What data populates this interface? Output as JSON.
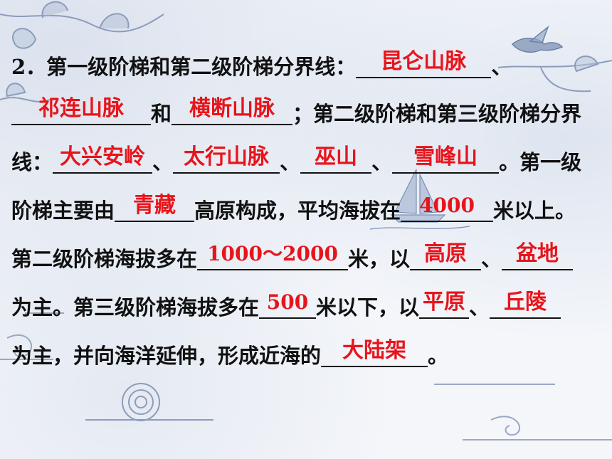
{
  "colors": {
    "answer": "#e8141b",
    "text": "#111111",
    "decor": "#8c9cbc"
  },
  "icons": [
    "magnolia-branch-icon",
    "bird-icon",
    "sailboat-icon",
    "concentric-circle-icon",
    "cloud-pattern-icon"
  ],
  "question": {
    "number": "2．",
    "t1": "第一级阶梯和第二级阶梯分界线：",
    "t2": "、",
    "t3": "和",
    "t4": "；第二级阶梯和第三级阶梯分界",
    "t5": "线：",
    "t6": "、",
    "t7": "、",
    "t8": "、",
    "t9": "。第一级",
    "t10": "阶梯主要由",
    "t11": "高原构成，平均海拔在",
    "t12": "米以上。",
    "t13": "第二级阶梯海拔多在",
    "t14": "米，以",
    "t15": "、",
    "t16": "为主。第三级阶梯海拔多在",
    "t17": "米以下，以",
    "t18": "、",
    "t19": "为主，并向海洋延伸，形成近海的",
    "t20": "。"
  },
  "answers": {
    "a1": "昆仑山脉",
    "a2": "祁连山脉",
    "a3": "横断山脉",
    "a4": "大兴安岭",
    "a5": "太行山脉",
    "a6": "巫山",
    "a7": "雪峰山",
    "a8": "青藏",
    "a9": "4000",
    "a10": "1000～2000",
    "a11": "高原",
    "a12": "盆地",
    "a13": "500",
    "a14": "平原",
    "a15": "丘陵",
    "a16": "大陆架"
  }
}
